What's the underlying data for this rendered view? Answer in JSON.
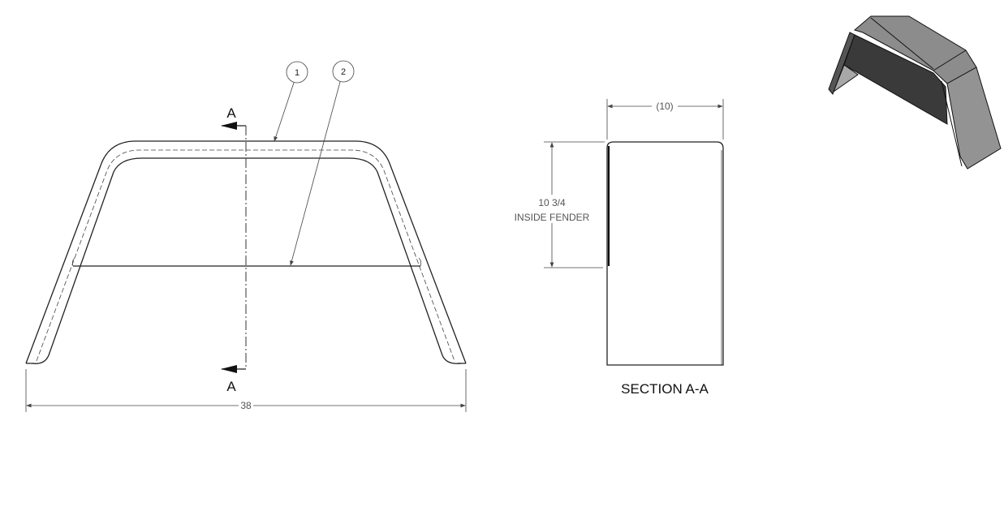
{
  "front_view": {
    "section_label_top": "A",
    "section_label_bottom": "A",
    "width_dimension": "38",
    "balloons": [
      {
        "label": "1"
      },
      {
        "label": "2"
      }
    ]
  },
  "section_view": {
    "width_dimension": "(10)",
    "height_dimension": "10 3/4",
    "height_note": "INSIDE FENDER",
    "title": "SECTION A-A"
  },
  "colors": {
    "line": "#222222",
    "dimension": "#555555",
    "shade_light": "#8c8c8c",
    "shade_dark": "#3a3a3a"
  }
}
